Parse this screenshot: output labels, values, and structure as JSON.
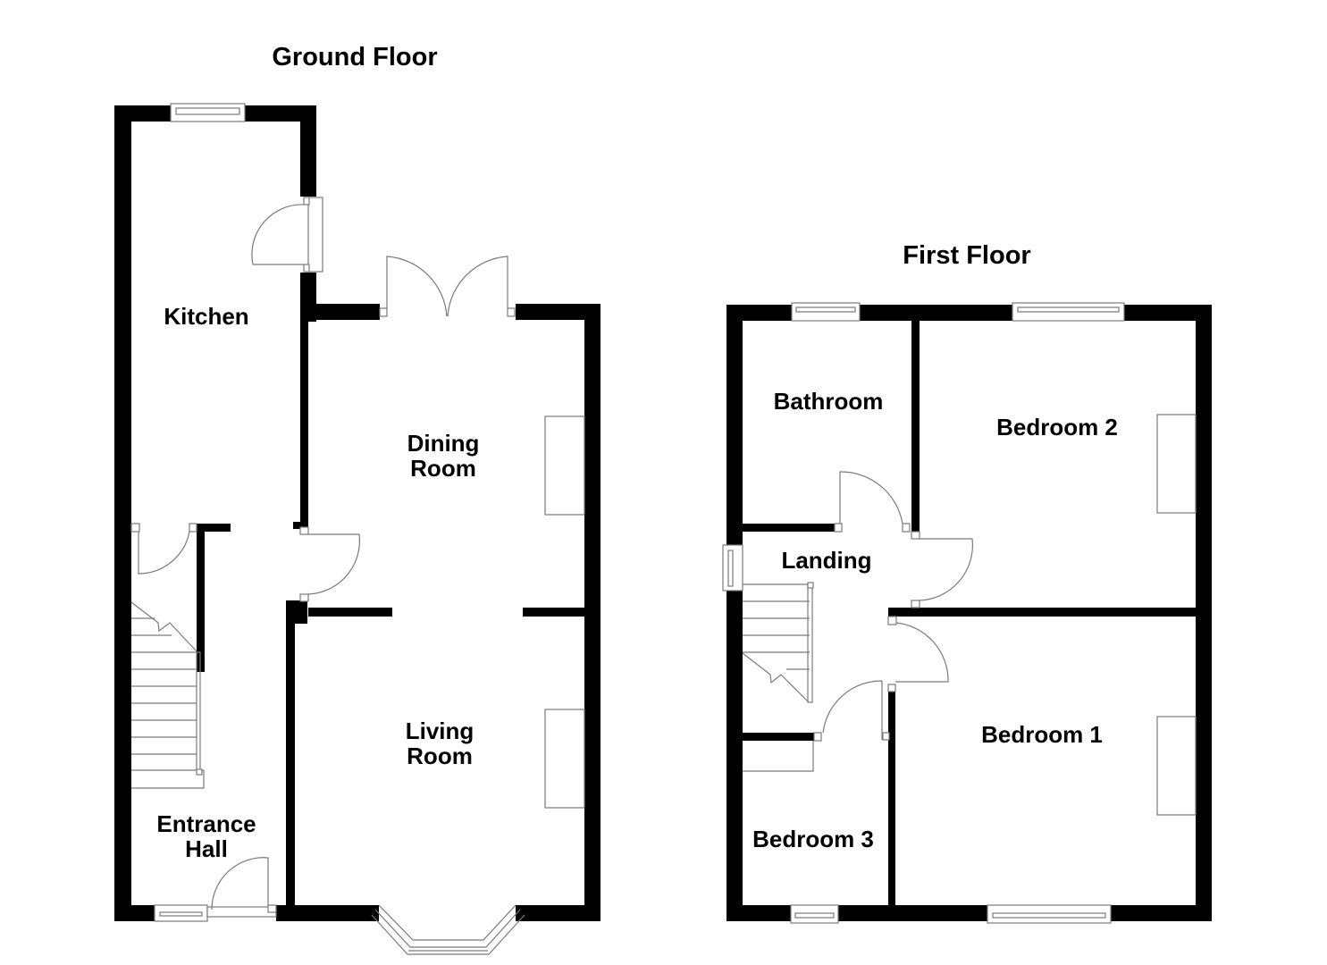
{
  "floors": {
    "ground": {
      "title": "Ground Floor",
      "rooms": [
        {
          "name": "Kitchen"
        },
        {
          "name": "Dining\nRoom"
        },
        {
          "name": "Living\nRoom"
        },
        {
          "name": "Entrance\nHall"
        }
      ]
    },
    "first": {
      "title": "First Floor",
      "rooms": [
        {
          "name": "Bathroom"
        },
        {
          "name": "Bedroom 2"
        },
        {
          "name": "Landing"
        },
        {
          "name": "Bedroom 1"
        },
        {
          "name": "Bedroom 3"
        }
      ]
    }
  },
  "colors": {
    "wall": "#000000",
    "fixture_line": "#7a7a7a",
    "background": "#ffffff"
  }
}
